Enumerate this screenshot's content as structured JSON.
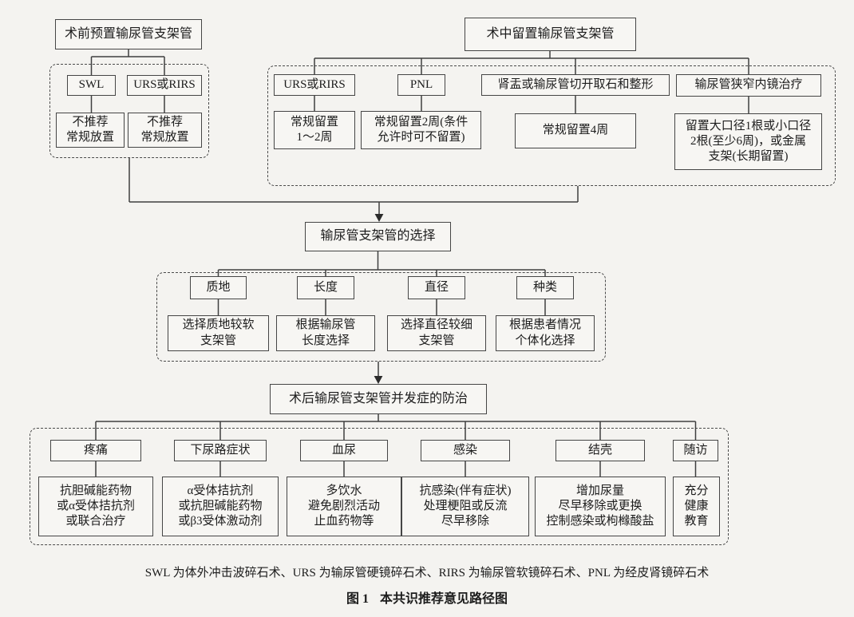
{
  "colors": {
    "background": "#f4f3f0",
    "line": "#3f3f3f",
    "box_border": "#454545",
    "box_fill": "#f7f6f3",
    "text": "#1c1c1c"
  },
  "flowchart": {
    "preop": {
      "title": "术前预置输尿管支架管",
      "branches": [
        {
          "label": "SWL",
          "recommendation": "不推荐\n常规放置"
        },
        {
          "label": "URS或RIRS",
          "recommendation": "不推荐\n常规放置"
        }
      ]
    },
    "intraop": {
      "title": "术中留置输尿管支架管",
      "branches": [
        {
          "label": "URS或RIRS",
          "recommendation": "常规留置\n1～2周"
        },
        {
          "label": "PNL",
          "recommendation": "常规留置2周(条件\n允许时可不留置)"
        },
        {
          "label": "肾盂或输尿管切开取石和整形",
          "recommendation": "常规留置4周"
        },
        {
          "label": "输尿管狭窄内镜治疗",
          "recommendation": "留置大口径1根或小口径\n2根(至少6周)，或金属\n支架(长期留置)"
        }
      ]
    },
    "selection": {
      "title": "输尿管支架管的选择",
      "branches": [
        {
          "label": "质地",
          "recommendation": "选择质地较软\n支架管"
        },
        {
          "label": "长度",
          "recommendation": "根据输尿管\n长度选择"
        },
        {
          "label": "直径",
          "recommendation": "选择直径较细\n支架管"
        },
        {
          "label": "种类",
          "recommendation": "根据患者情况\n个体化选择"
        }
      ]
    },
    "postop": {
      "title": "术后输尿管支架管并发症的防治",
      "branches": [
        {
          "label": "疼痛",
          "recommendation": "抗胆碱能药物\n或α受体拮抗剂\n或联合治疗"
        },
        {
          "label": "下尿路症状",
          "recommendation": "α受体拮抗剂\n或抗胆碱能药物\n或β3受体激动剂"
        },
        {
          "label": "血尿",
          "recommendation": "多饮水\n避免剧烈活动\n止血药物等"
        },
        {
          "label": "感染",
          "recommendation": "抗感染(伴有症状)\n处理梗阻或反流\n尽早移除"
        },
        {
          "label": "结壳",
          "recommendation": "增加尿量\n尽早移除或更换\n控制感染或枸橼酸盐"
        },
        {
          "label": "随访",
          "recommendation": "充分\n健康\n教育"
        }
      ]
    }
  },
  "caption": {
    "abbreviations": "SWL 为体外冲击波碎石术、URS 为输尿管硬镜碎石术、RIRS 为输尿管软镜碎石术、PNL 为经皮肾镜碎石术",
    "figure_label": "图 1",
    "figure_title": "本共识推荐意见路径图"
  }
}
